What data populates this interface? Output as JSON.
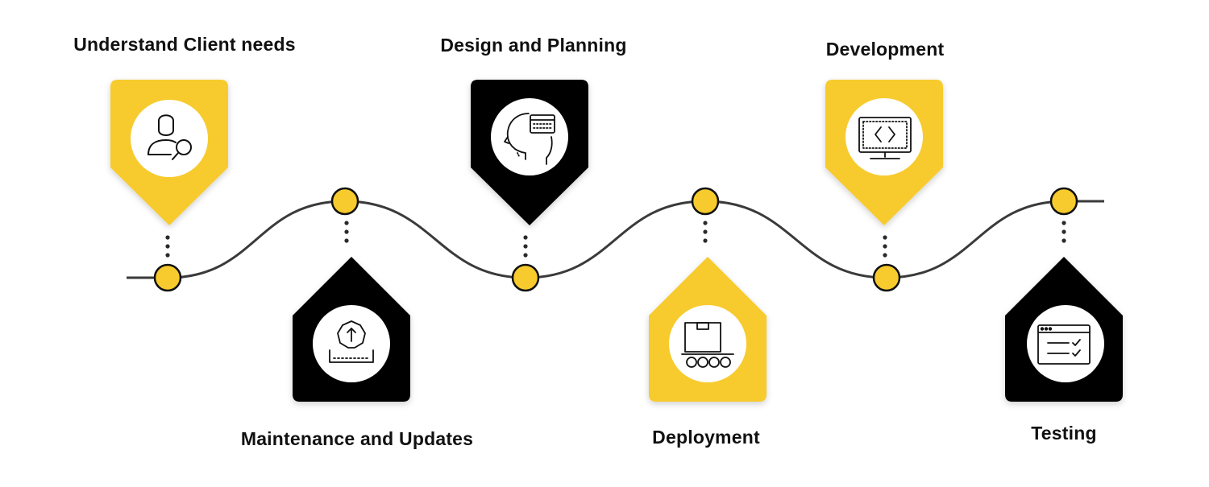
{
  "steps": [
    {
      "title": "Understand Client needs",
      "icon": "user-search-icon",
      "color": "#F7CB2D"
    },
    {
      "title": "Maintenance and Updates",
      "icon": "gear-upload-icon",
      "color": "#000000"
    },
    {
      "title": "Design and Planning",
      "icon": "head-calendar-icon",
      "color": "#000000"
    },
    {
      "title": "Deployment",
      "icon": "box-conveyor-icon",
      "color": "#F7CB2D"
    },
    {
      "title": "Development",
      "icon": "code-monitor-icon",
      "color": "#F7CB2D"
    },
    {
      "title": "Testing",
      "icon": "browser-checklist-icon",
      "color": "#000000"
    }
  ],
  "colors": {
    "accent": "#F7CB2D",
    "dark": "#000000",
    "line": "#3a3a3a"
  }
}
